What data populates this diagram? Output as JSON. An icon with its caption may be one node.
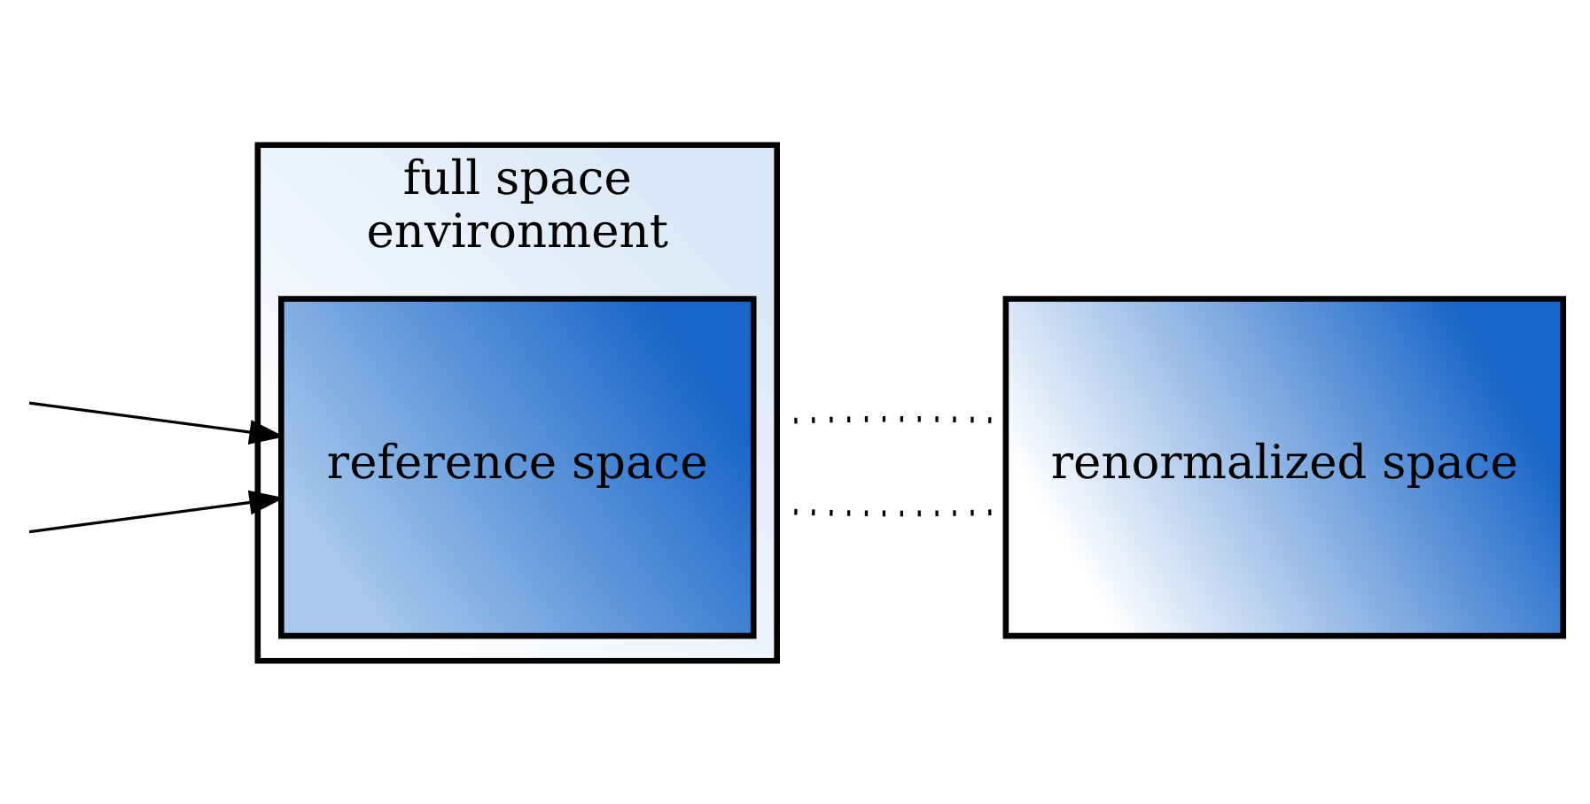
{
  "diagram": {
    "nodes": [
      {
        "text": [
          "full space",
          "environment"
        ]
      },
      {
        "text": [
          "reference space"
        ],
        "in": 0
      },
      {
        "text": [
          "renormalized space"
        ]
      }
    ],
    "edges": [
      {
        "from": null,
        "to": 1,
        "arrow": "to"
      },
      {
        "from": null,
        "to": 1,
        "arrow": "to"
      },
      {
        "from": 0,
        "to": 2,
        "arrow": "none",
        "style": "dashed"
      },
      {
        "from": 0,
        "to": 2,
        "arrow": "none",
        "style": "dashed"
      }
    ]
  }
}
